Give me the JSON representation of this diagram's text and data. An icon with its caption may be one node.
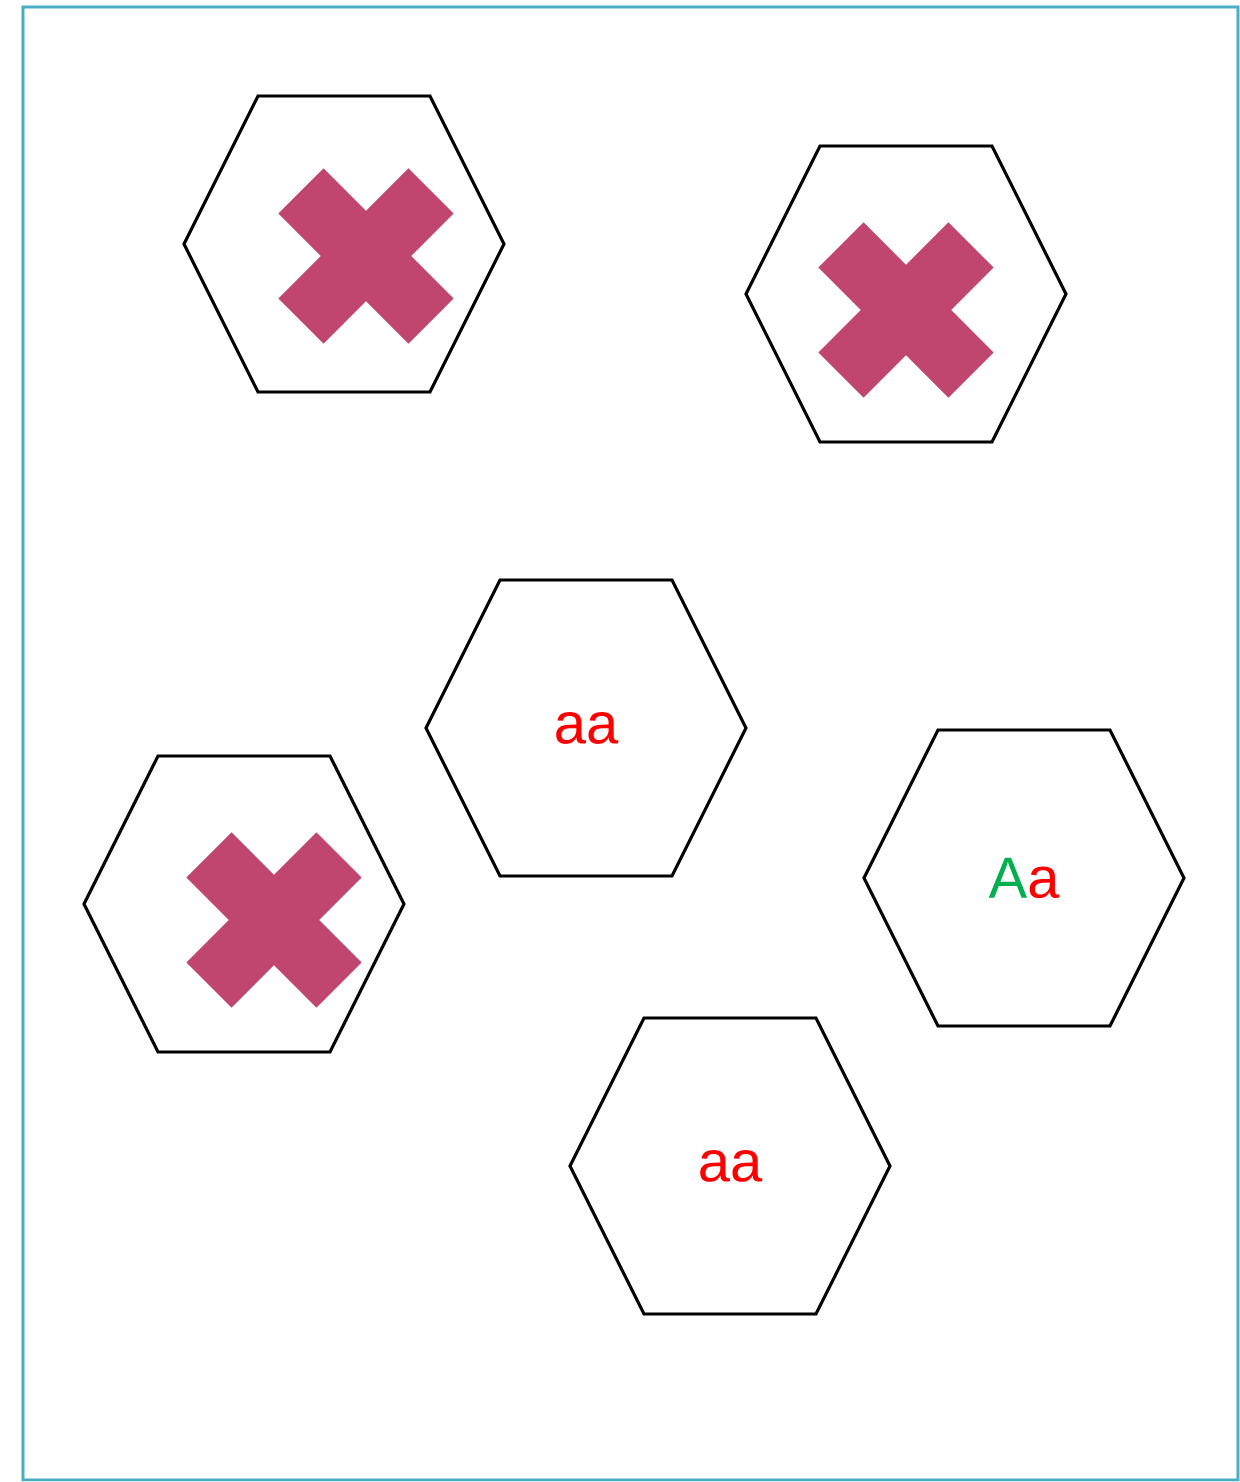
{
  "diagram": {
    "nodes": [
      {
        "text": [],
        "shape": "hexagon"
      },
      {
        "text": [],
        "shape": "hexagon"
      },
      {
        "text": [
          "aa"
        ]
      },
      {
        "text": [],
        "shape": "hexagon"
      },
      {
        "text": [
          "A",
          "a"
        ]
      },
      {
        "text": [
          "aa"
        ]
      }
    ]
  }
}
